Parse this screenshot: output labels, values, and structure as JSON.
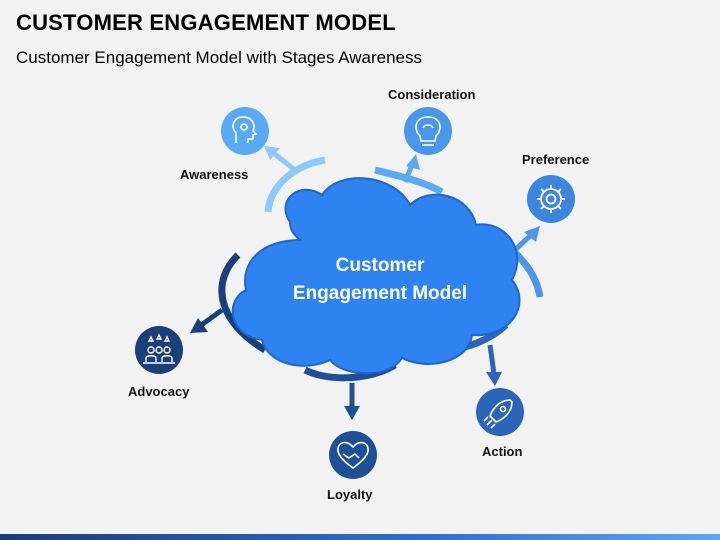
{
  "header": {
    "title": "CUSTOMER ENGAGEMENT MODEL",
    "subtitle": "Customer Engagement Model with Stages Awareness"
  },
  "center": {
    "line1": "Customer",
    "line2": "Engagement Model"
  },
  "stages": [
    {
      "label": "Awareness",
      "icon": "head-brain-icon",
      "color": "#5aa9f5"
    },
    {
      "label": "Consideration",
      "icon": "lightbulb-brain-icon",
      "color": "#4a97ea"
    },
    {
      "label": "Preference",
      "icon": "gear-icon",
      "color": "#3d86df"
    },
    {
      "label": "Action",
      "icon": "rocket-icon",
      "color": "#2c64b9"
    },
    {
      "label": "Loyalty",
      "icon": "heart-handshake-icon",
      "color": "#1f4f96"
    },
    {
      "label": "Advocacy",
      "icon": "people-stars-icon",
      "color": "#1a3f7a"
    }
  ],
  "colors": {
    "cloud": "#2e83f0",
    "cloud_outline": "#1f66c9",
    "background": "#f2f2f2"
  }
}
